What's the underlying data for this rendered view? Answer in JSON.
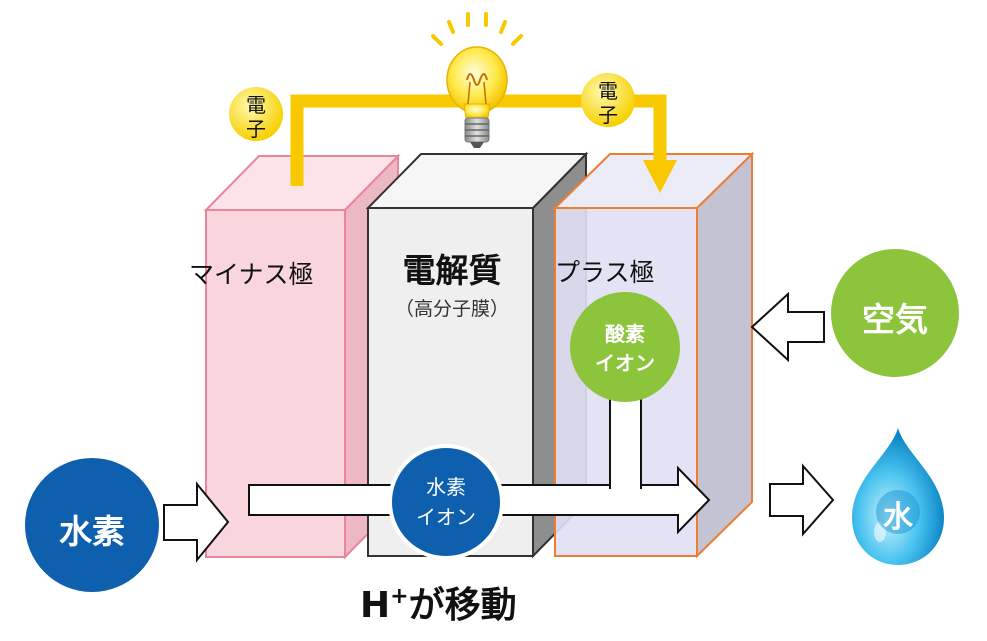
{
  "electron_label_left": [
    "電",
    "子"
  ],
  "electron_label_right": [
    "電",
    "子"
  ],
  "minus_electrode": "マイナス極",
  "electrolyte": "電解質",
  "electrolyte_sub": "（高分子膜）",
  "plus_electrode": "プラス極",
  "oxygen_ion": [
    "酸素",
    "イオン"
  ],
  "hydrogen_ion": [
    "水素",
    "イオン"
  ],
  "hydrogen": "水素",
  "air": "空気",
  "water": "水",
  "caption_h": "H",
  "caption_plus": "+",
  "caption_rest": "が移動",
  "colors": {
    "wire": "#f8c800",
    "minus_fill": "#f9d5de",
    "minus_border": "#e8879c",
    "electrolyte_fill": "#efefef",
    "plus_fill": "#e0e0f4",
    "plus_border": "#ed7d31",
    "blue": "#0e5fad",
    "green": "#8cc43c",
    "water": "#22a7e2"
  }
}
